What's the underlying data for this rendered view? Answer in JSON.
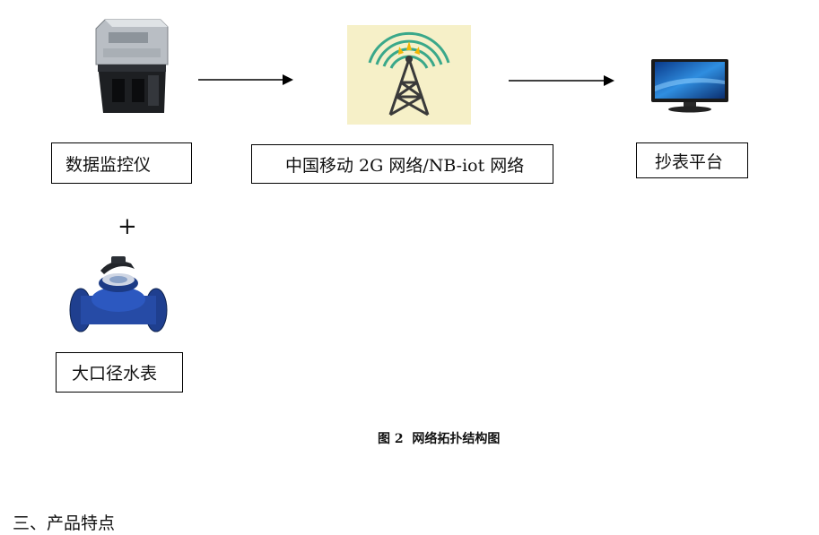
{
  "boxes": {
    "monitor": "数据监控仪",
    "network": "中国移动 2G 网络/NB-iot 网络",
    "platform": "抄表平台",
    "water_meter": "大口径水表"
  },
  "plus_sign": "+",
  "caption": "图 2  网络拓扑结构图",
  "section_heading": "三、产品特点",
  "icons": {
    "monitor_device": "data-monitor-device-icon",
    "tower": "signal-tower-icon",
    "screen": "monitor-screen-icon",
    "meter": "water-meter-icon"
  }
}
